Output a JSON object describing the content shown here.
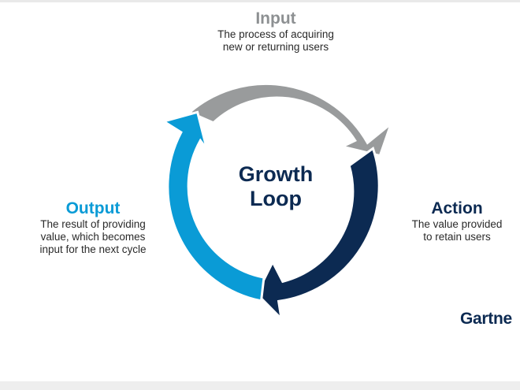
{
  "center": {
    "line1": "Growth",
    "line2": "Loop"
  },
  "input": {
    "title": "Input",
    "desc_line1": "The process of acquiring",
    "desc_line2": "new or returning users"
  },
  "action": {
    "title": "Action",
    "desc_line1": "The value provided",
    "desc_line2": "to retain users"
  },
  "output": {
    "title": "Output",
    "desc_line1": "The result of providing",
    "desc_line2": "value, which becomes",
    "desc_line3": "input for the next cycle"
  },
  "logo": {
    "text": "Gartne"
  },
  "colors": {
    "input": "#999b9c",
    "action": "#0c2a52",
    "output": "#0a9bd6",
    "outline": "#ffffff"
  }
}
